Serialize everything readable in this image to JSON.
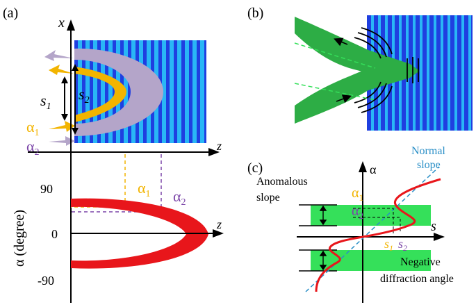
{
  "panels": {
    "a": {
      "label": "(a)",
      "axis_x": "x",
      "axis_z_top": "z",
      "axis_z_bottom": "z",
      "s1": "s",
      "s1_sub": "1",
      "s2": "s",
      "s2_sub": "2",
      "alpha1": "α",
      "alpha1_sub": "1",
      "alpha2": "α",
      "alpha2_sub": "2",
      "alpha1_lower": "α",
      "alpha1_lower_sub": "1",
      "alpha2_lower": "α",
      "alpha2_lower_sub": "2",
      "ylabel": "α (degree)",
      "tick_90": "90",
      "tick_0": "0",
      "tick_m90": "-90"
    },
    "b": {
      "label": "(b)"
    },
    "c": {
      "label": "(c)",
      "axis_alpha": "α",
      "axis_s": "s",
      "normal_slope_1": "Normal",
      "normal_slope_2": "slope",
      "anomalous_slope_1": "Anomalous",
      "anomalous_slope_2": "slope",
      "alpha1": "α",
      "alpha1_sub": "1",
      "alpha2": "α",
      "alpha2_sub": "2",
      "s1": "s",
      "s1_sub": "1",
      "s2": "s",
      "s2_sub": "2",
      "negative_1": "Negative",
      "negative_2": "diffraction angle"
    }
  },
  "colors": {
    "stripe_dark": "#1f3fe0",
    "stripe_light": "#29b6f6",
    "gold": "#f2b400",
    "lavender": "#b4a5c9",
    "red": "#e8161b",
    "green": "#35e05a",
    "green_beam": "#138a2a",
    "purple": "#7b45a8",
    "dash_blue": "#2a8fc7"
  }
}
